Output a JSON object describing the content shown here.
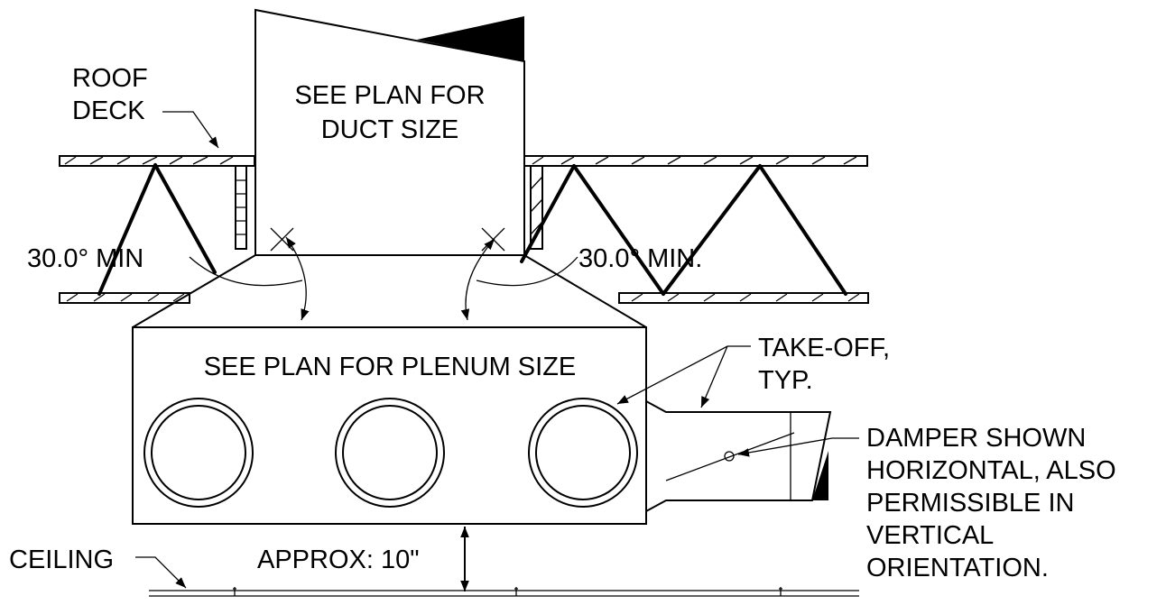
{
  "labels": {
    "roof_deck_1": "ROOF",
    "roof_deck_2": "DECK",
    "duct_1": "SEE PLAN FOR",
    "duct_2": "DUCT SIZE",
    "angle_left": "30.0° MIN",
    "angle_right": "30.0° MIN.",
    "plenum": "SEE PLAN FOR PLENUM SIZE",
    "takeoff_1": "TAKE-OFF,",
    "takeoff_2": "TYP.",
    "damper_1": "DAMPER SHOWN",
    "damper_2": "HORIZONTAL, ALSO",
    "damper_3": "PERMISSIBLE IN",
    "damper_4": "VERTICAL",
    "damper_5": "ORIENTATION.",
    "ceiling": "CEILING",
    "approx": "APPROX: 10\""
  }
}
